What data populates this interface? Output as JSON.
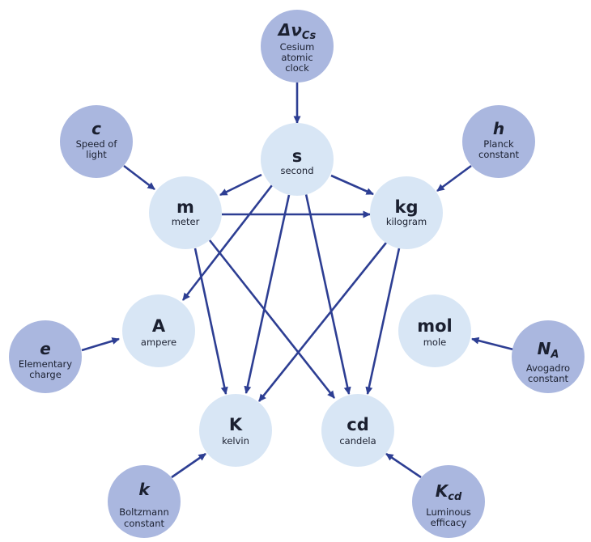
{
  "colors": {
    "arrow": "#2d3e93",
    "unit_fill": "#d8e6f5",
    "constant_fill": "#aab7df",
    "text": "#1b2030"
  },
  "units": {
    "s": {
      "symbol": "s",
      "name": "second"
    },
    "m": {
      "symbol": "m",
      "name": "meter"
    },
    "kg": {
      "symbol": "kg",
      "name": "kilogram"
    },
    "A": {
      "symbol": "A",
      "name": "ampere"
    },
    "mol": {
      "symbol": "mol",
      "name": "mole"
    },
    "K": {
      "symbol": "K",
      "name": "kelvin"
    },
    "cd": {
      "symbol": "cd",
      "name": "candela"
    }
  },
  "constants": {
    "cs": {
      "symbol": "Δν",
      "subscript": "Cs",
      "lines": [
        "Cesium",
        "atomic",
        "clock"
      ]
    },
    "c": {
      "symbol": "c",
      "subscript": "",
      "lines": [
        "Speed of",
        "light"
      ]
    },
    "h": {
      "symbol": "h",
      "subscript": "",
      "lines": [
        "Planck",
        "constant"
      ]
    },
    "e": {
      "symbol": "e",
      "subscript": "",
      "lines": [
        "Elementary",
        "charge"
      ]
    },
    "na": {
      "symbol": "N",
      "subscript": "A",
      "lines": [
        "Avogadro",
        "constant"
      ]
    },
    "k": {
      "symbol": "k",
      "subscript": "",
      "lines": [
        "",
        "Boltzmann",
        "constant"
      ]
    },
    "kcd": {
      "symbol": "K",
      "subscript": "cd",
      "lines": [
        "Luminous",
        "efficacy"
      ]
    }
  },
  "edges": [
    {
      "from": "cs",
      "to": "s"
    },
    {
      "from": "c",
      "to": "m"
    },
    {
      "from": "h",
      "to": "kg"
    },
    {
      "from": "e",
      "to": "A"
    },
    {
      "from": "na",
      "to": "mol"
    },
    {
      "from": "k",
      "to": "K"
    },
    {
      "from": "kcd",
      "to": "cd"
    },
    {
      "from": "s",
      "to": "m"
    },
    {
      "from": "s",
      "to": "kg"
    },
    {
      "from": "s",
      "to": "A"
    },
    {
      "from": "s",
      "to": "K"
    },
    {
      "from": "s",
      "to": "cd"
    },
    {
      "from": "m",
      "to": "kg"
    },
    {
      "from": "m",
      "to": "K"
    },
    {
      "from": "m",
      "to": "cd"
    },
    {
      "from": "kg",
      "to": "K"
    },
    {
      "from": "kg",
      "to": "cd"
    }
  ]
}
